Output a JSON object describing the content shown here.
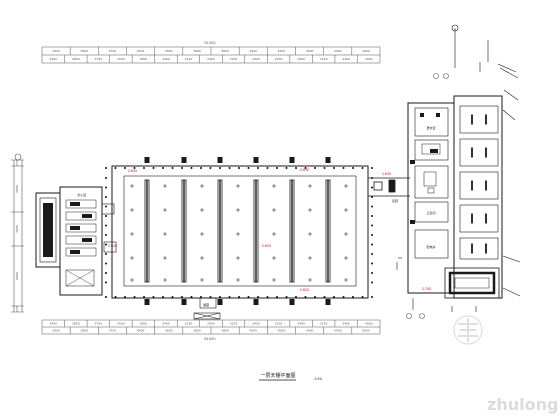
{
  "drawing": {
    "title": "一层天棚平面图",
    "scale": "1:50",
    "watermark": "zhulong.com",
    "colors": {
      "line": "#1a1a1a",
      "dim": "#555555",
      "accent": "#d40000",
      "dot": "#111111",
      "watermark": "#d8d8d8"
    }
  },
  "dimensions": {
    "top_overall": "61000",
    "top_row_1": [
      "3450",
      "2800",
      "3750",
      "4500",
      "3800",
      "3800",
      "3800",
      "4200",
      "4500",
      "3400",
      "4500",
      "4000"
    ],
    "top_row_2": [
      "3450",
      "2800",
      "3750",
      "4500",
      "3900",
      "2400",
      "3150",
      "2400",
      "3150",
      "2400",
      "3150",
      "2400",
      "3150",
      "2400",
      "4000"
    ],
    "bottom_row_1": [
      "3450",
      "2800",
      "3750",
      "4500",
      "3600",
      "2400",
      "3150",
      "2400",
      "3150",
      "2400",
      "3150",
      "2400",
      "3150",
      "2400",
      "4000"
    ],
    "bottom_row_2": [
      "3450",
      "2800",
      "3750",
      "4500",
      "3600",
      "3800",
      "3800",
      "4500",
      "4000",
      "3400",
      "4500",
      "4000"
    ],
    "bottom_overall": "61000",
    "left_side": [
      "270",
      "6900",
      "3600",
      "6900",
      "270"
    ]
  },
  "levels": {
    "main_top_left": "2.620",
    "main_top_right": "2.630",
    "main_left": "2.620",
    "main_center": "2.620",
    "main_bottom": "2.620",
    "corridor": "2.630",
    "right_bottom": "2.740"
  },
  "labels": {
    "left_room": "办公区",
    "corridor_tag": "走廊",
    "right_room_1": "更衣室",
    "right_room_2": "卫生间",
    "right_room_3": "配电房",
    "bottom_tag": "储藏"
  }
}
